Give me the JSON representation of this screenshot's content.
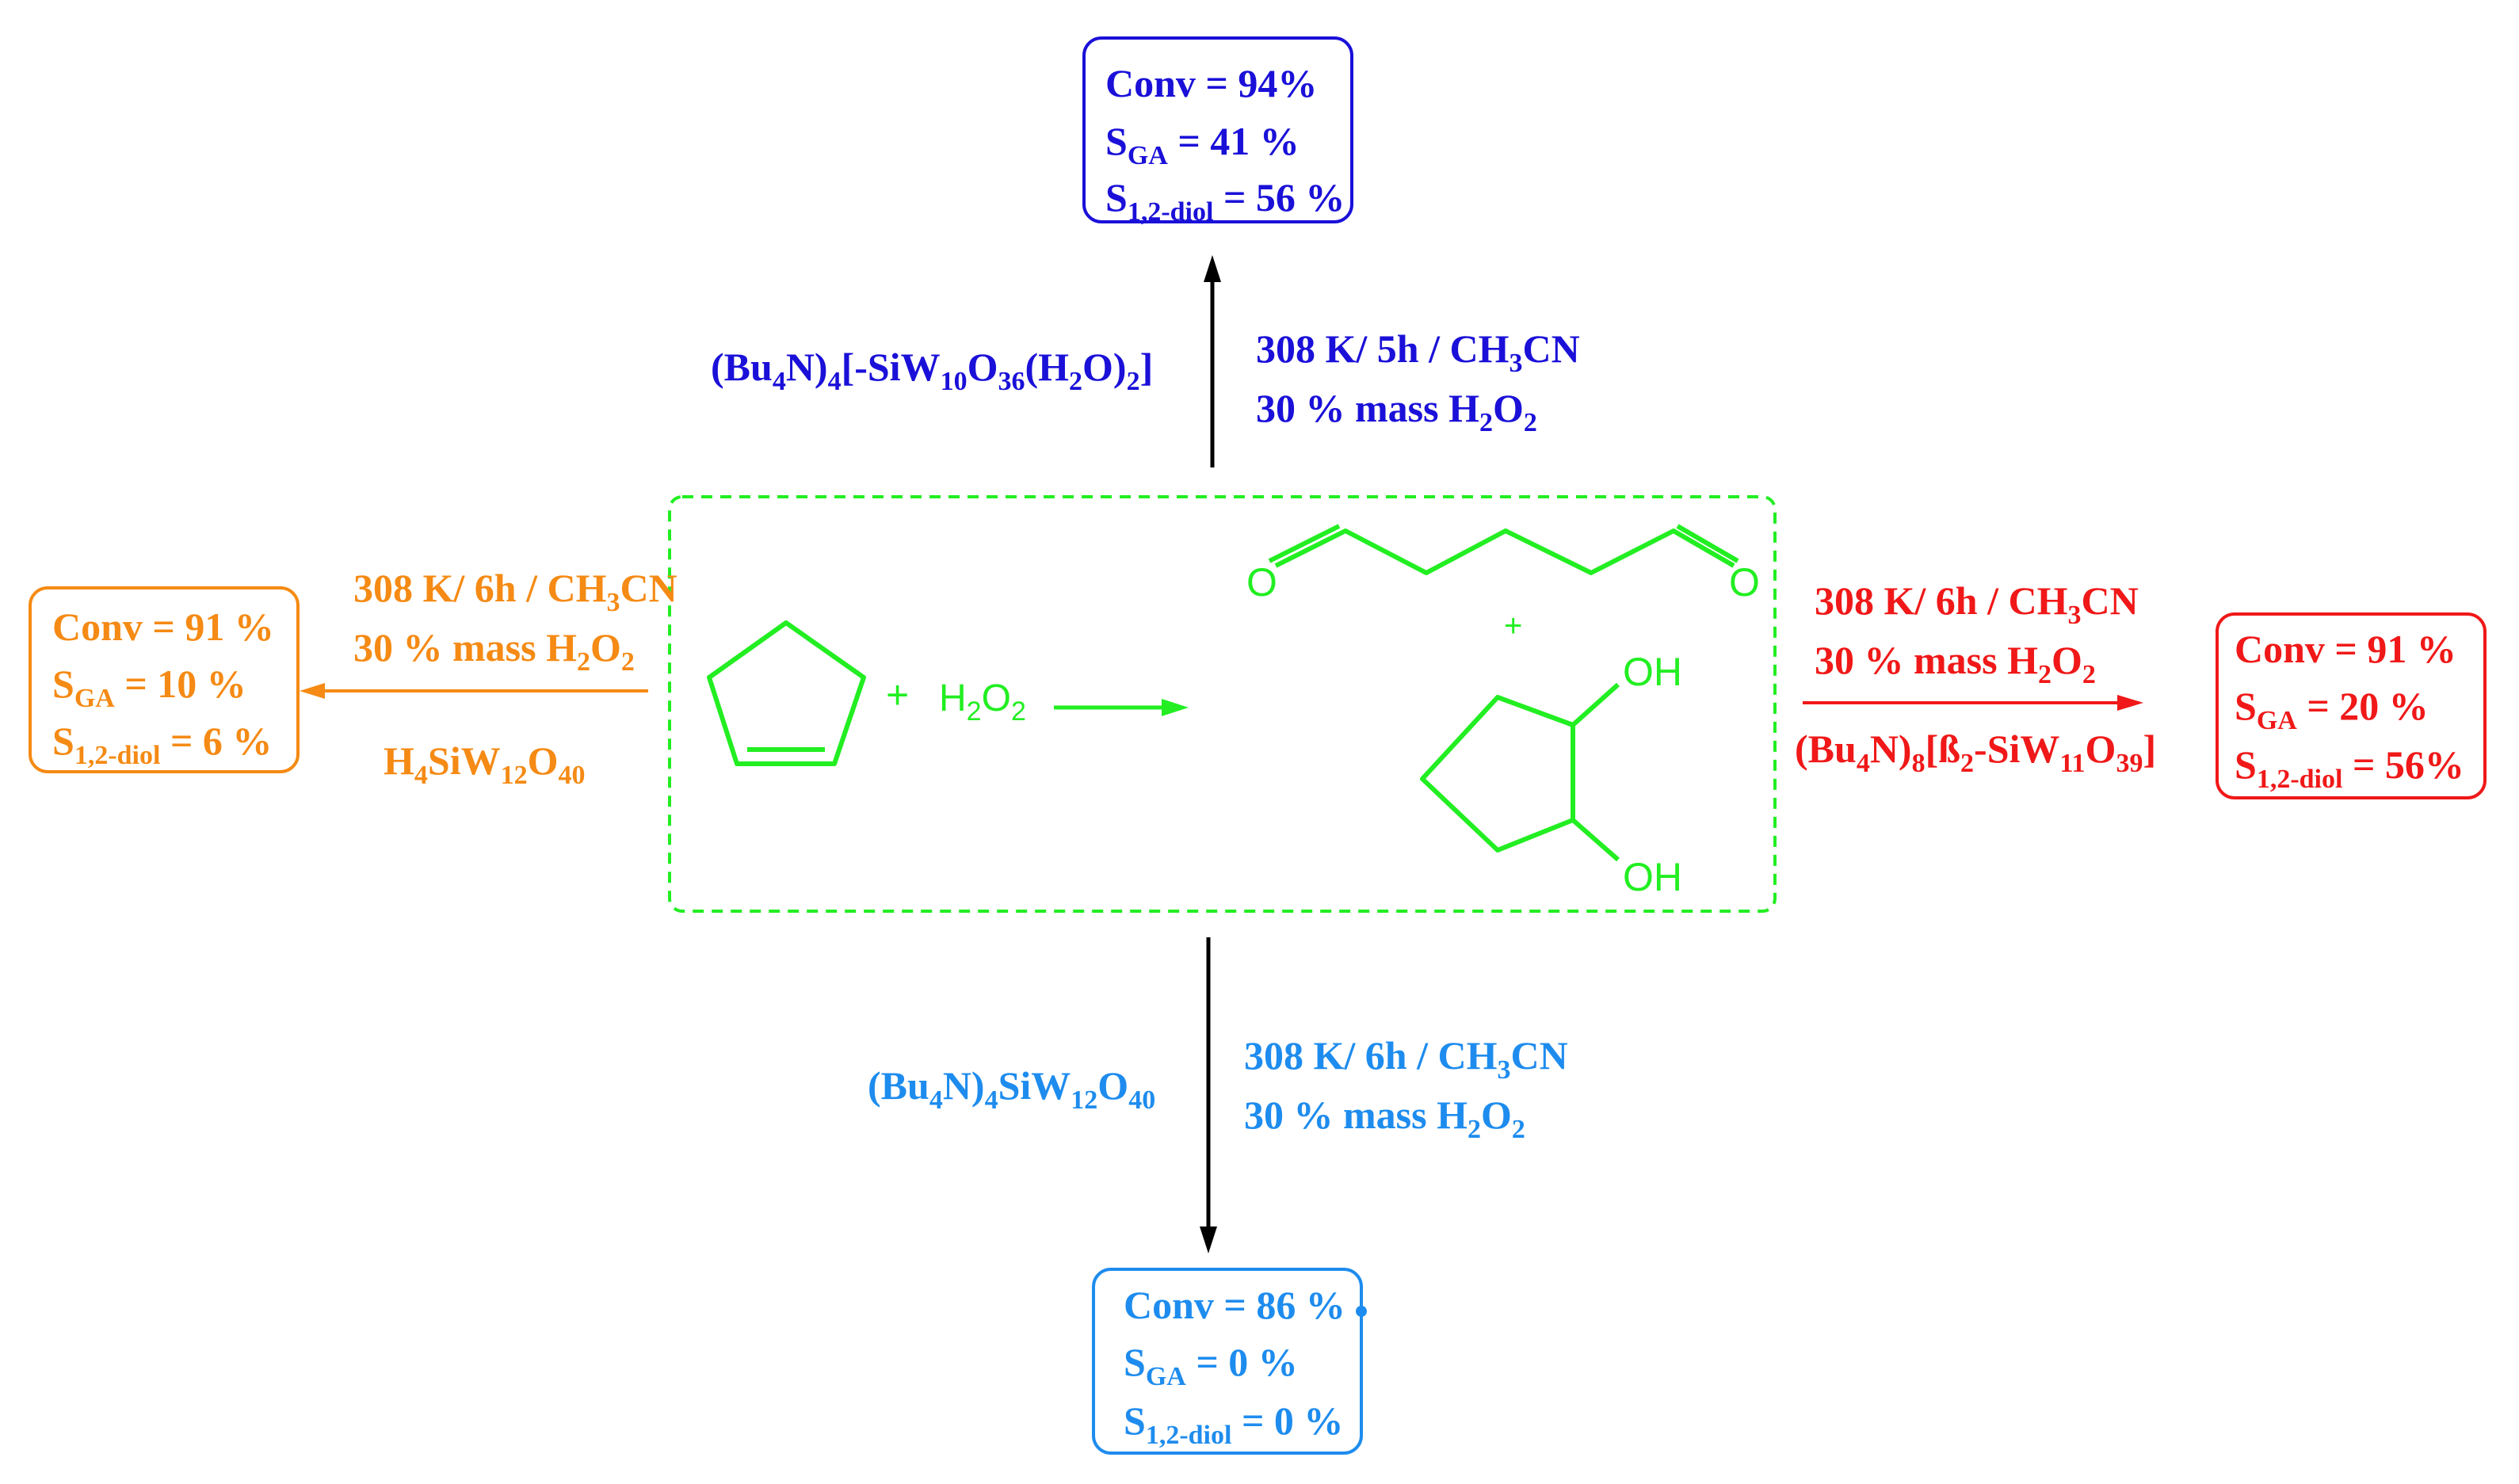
{
  "colors": {
    "top": "#1a10d8",
    "left": "#f58a14",
    "right": "#f01818",
    "bottom": "#1e8cee",
    "center": "#22ee22",
    "arrow": "#000000"
  },
  "center": {
    "plus1": "+",
    "h2o2_main": "H",
    "h2o2_s1": "2",
    "h2o2_o": "O",
    "h2o2_s2": "2",
    "plus2": "+",
    "oxygen_label": "O",
    "oh_label": "OH"
  },
  "top": {
    "catalyst": {
      "a": "(Bu",
      "s1": "4",
      "b": "N)",
      "s2": "4",
      "c": "[-SiW",
      "s3": "10",
      "d": "O",
      "s4": "36",
      "e": "(H",
      "s5": "2",
      "f": "O)",
      "s6": "2",
      "g": "]"
    },
    "cond1": {
      "a": "308 K/ 5h / CH",
      "s": "3",
      "b": "CN"
    },
    "cond2": {
      "a": "30 % mass H",
      "s1": "2",
      "b": "O",
      "s2": "2"
    },
    "result": {
      "conv": "Conv = 94%",
      "sga_s": "S",
      "sga_sub": "GA",
      "sga_val": " = 41 %",
      "diol_s": "S",
      "diol_sub": "1,2-diol",
      "diol_val": " = 56 %"
    }
  },
  "left": {
    "cond1": {
      "a": "308 K/ 6h / CH",
      "s": "3",
      "b": "CN"
    },
    "cond2": {
      "a": "30 % mass H",
      "s1": "2",
      "b": "O",
      "s2": "2"
    },
    "catalyst": {
      "a": "H",
      "s1": "4",
      "b": "SiW",
      "s2": "12",
      "c": "O",
      "s3": "40"
    },
    "result": {
      "conv": "Conv = 91 %",
      "sga_s": "S",
      "sga_sub": "GA",
      "sga_val": " = 10 %",
      "diol_s": "S",
      "diol_sub": "1,2-diol",
      "diol_val": " = 6 %"
    }
  },
  "right": {
    "cond1": {
      "a": "308 K/ 6h / CH",
      "s": "3",
      "b": "CN"
    },
    "cond2": {
      "a": "30 % mass H",
      "s1": "2",
      "b": "O",
      "s2": "2"
    },
    "catalyst": {
      "a": "(Bu",
      "s1": "4",
      "b": "N)",
      "s2": "8",
      "c": "[ß",
      "s3": "2",
      "d": "-SiW",
      "s4": "11",
      "e": "O",
      "s5": "39",
      "f": "]"
    },
    "result": {
      "conv": "Conv = 91 %",
      "sga_s": "S",
      "sga_sub": "GA",
      "sga_val": " = 20 %",
      "diol_s": "S",
      "diol_sub": "1,2-diol",
      "diol_val": " = 56%"
    }
  },
  "bottom": {
    "catalyst": {
      "a": "(Bu",
      "s1": "4",
      "b": "N)",
      "s2": "4",
      "c": "SiW",
      "s3": "12",
      "d": "O",
      "s4": "40"
    },
    "cond1": {
      "a": "308 K/ 6h / CH",
      "s": "3",
      "b": "CN"
    },
    "cond2": {
      "a": "30 % mass H",
      "s1": "2",
      "b": "O",
      "s2": "2"
    },
    "result": {
      "conv": "Conv = 86 %",
      "sga_s": "S",
      "sga_sub": "GA",
      "sga_val": " = 0 %",
      "diol_s": "S",
      "diol_sub": "1,2-diol",
      "diol_val": " = 0 %"
    }
  }
}
